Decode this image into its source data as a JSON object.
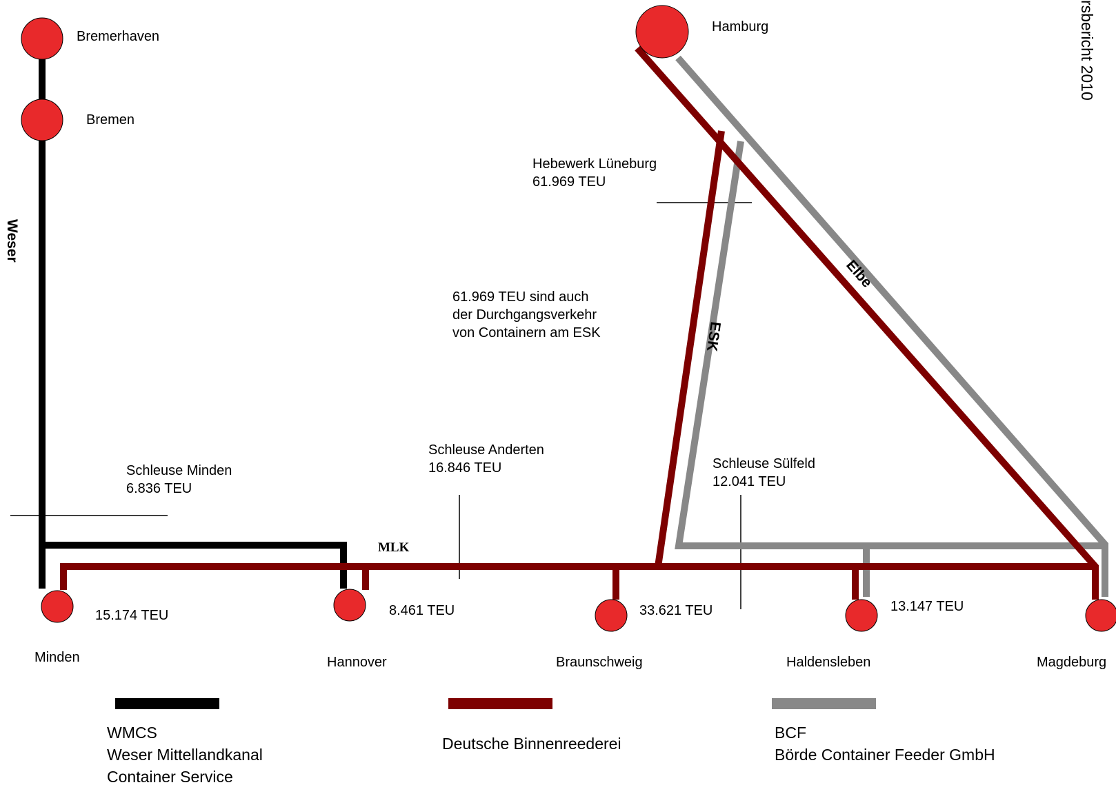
{
  "colors": {
    "wmcs": "#000000",
    "dbr": "#7d0000",
    "bcf": "#888888",
    "city": "#e8292b"
  },
  "corner_text": "rsbericht 2010",
  "rivers": {
    "weser": "Weser",
    "elbe": "Elbe",
    "esk": "ESK",
    "mlk": "MLK"
  },
  "cities": {
    "bremerhaven": "Bremerhaven",
    "bremen": "Bremen",
    "hamburg": "Hamburg",
    "minden": "Minden",
    "hannover": "Hannover",
    "braunschweig": "Braunschweig",
    "haldensleben": "Haldensleben",
    "magdeburg": "Magdeburg"
  },
  "volumes": {
    "minden": "15.174 TEU",
    "hannover": "8.461 TEU",
    "braunschweig": "33.621 TEU",
    "haldensleben": "13.147 TEU"
  },
  "locks": {
    "minden": {
      "line1": "Schleuse Minden",
      "line2": "6.836 TEU"
    },
    "anderten": {
      "line1": "Schleuse Anderten",
      "line2": "16.846 TEU"
    },
    "suelfeld": {
      "line1": "Schleuse Sülfeld",
      "line2": "12.041 TEU"
    },
    "lueneburg": {
      "line1": "Hebewerk Lüneburg",
      "line2": "61.969 TEU"
    }
  },
  "note": {
    "line1": "61.969 TEU sind auch",
    "line2": "der Durchgangsverkehr",
    "line3": "von Containern am ESK"
  },
  "legend": {
    "wmcs": {
      "line1": "WMCS",
      "line2": "Weser Mittellandkanal",
      "line3": "Container Service"
    },
    "dbr": {
      "line1": "Deutsche Binnenreederei"
    },
    "bcf": {
      "line1": "BCF",
      "line2": "Börde Container Feeder GmbH"
    }
  }
}
